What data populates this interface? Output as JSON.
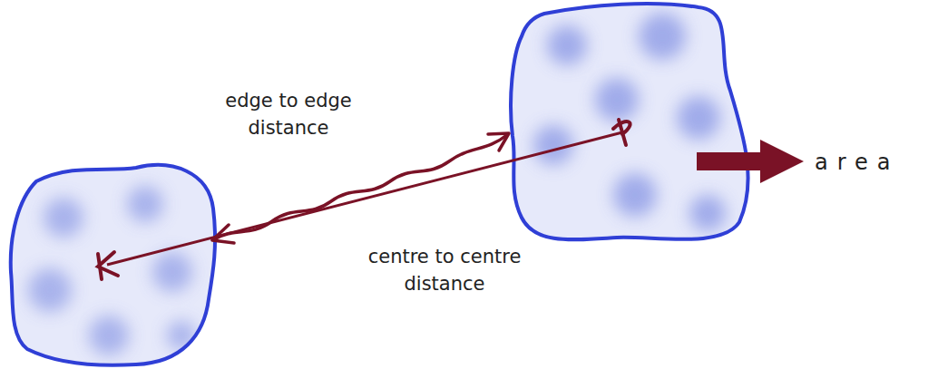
{
  "diagram": {
    "labels": [
      "edge to edge distance",
      "centre to centre distance",
      "area"
    ]
  }
}
